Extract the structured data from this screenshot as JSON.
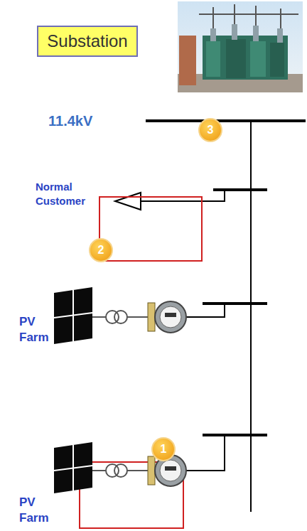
{
  "diagram": {
    "nodes": [
      {
        "text": [
          "Substation"
        ]
      }
    ],
    "labels": [
      "11.4kV",
      "3",
      "Normal Customer",
      "2",
      "PV Farm",
      "1",
      "PV Farm"
    ]
  }
}
